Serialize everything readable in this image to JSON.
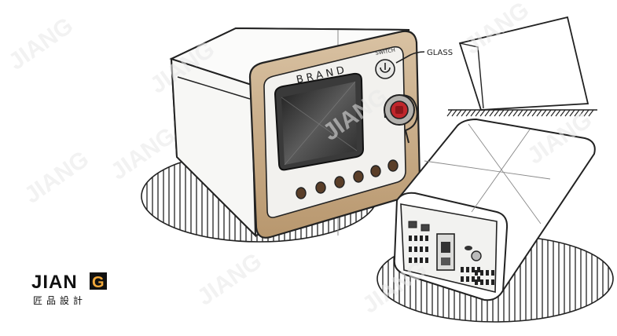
{
  "sketch": {
    "brand_label": "BRAND",
    "switch_label": "SWITCH",
    "glass_label": "GLASS"
  },
  "logo": {
    "latin": "JIAN",
    "mark": "G",
    "chinese": "匠品設計"
  },
  "watermark": {
    "text": "JIANG"
  },
  "colors": {
    "bezel": "#c9ad8a",
    "body": "#f4f4f2",
    "knob_red": "#c0262b",
    "screen_dark": "#2e2e2e",
    "ink": "#1a1a1a",
    "logo_accent": "#f2a93b"
  }
}
